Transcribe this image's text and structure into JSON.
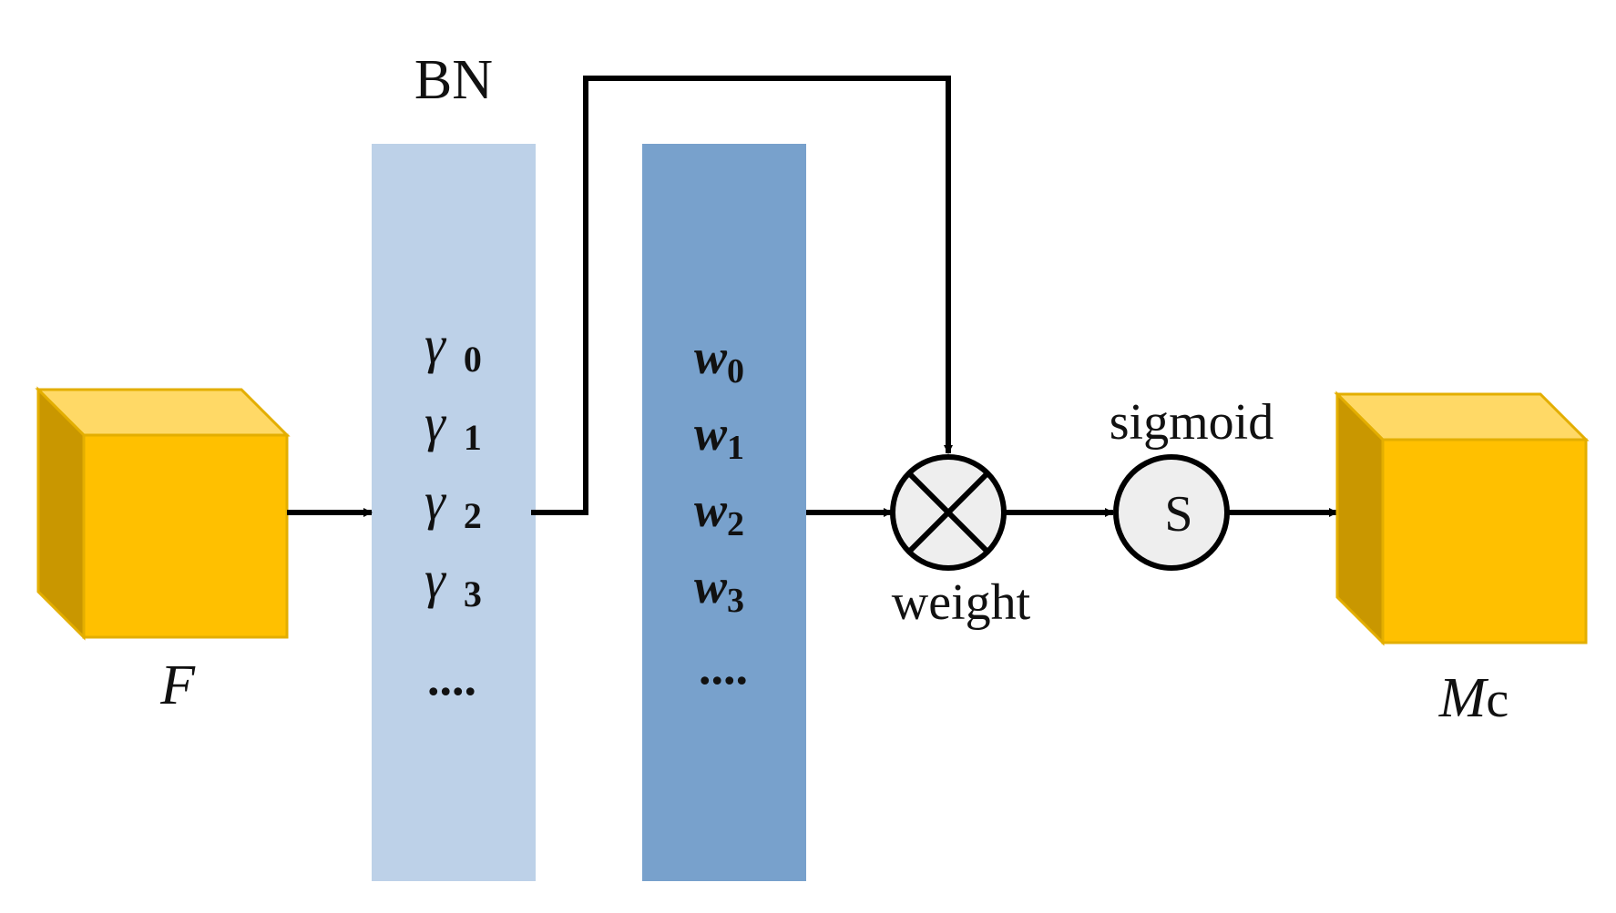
{
  "diagram": {
    "input_label": "F",
    "bn_title": "BN",
    "gamma_symbol": "γ",
    "gamma_indices": [
      "0",
      "1",
      "2",
      "3"
    ],
    "gamma_ellipsis": "....",
    "weight_symbol": "w",
    "weight_indices": [
      "0",
      "1",
      "2",
      "3"
    ],
    "weight_ellipsis": "....",
    "multiply_label": "weight",
    "sigmoid_label": "sigmoid",
    "sigmoid_symbol": "S",
    "output_label_main": "M",
    "output_label_sub": "c"
  },
  "colors": {
    "cube_front": "#FFC000",
    "cube_top": "#FFD966",
    "cube_side": "#C99700",
    "bn_column": "#BDD1E8",
    "weight_column": "#78A1CC",
    "operator_fill": "#EEEEEE",
    "stroke": "#000000"
  }
}
